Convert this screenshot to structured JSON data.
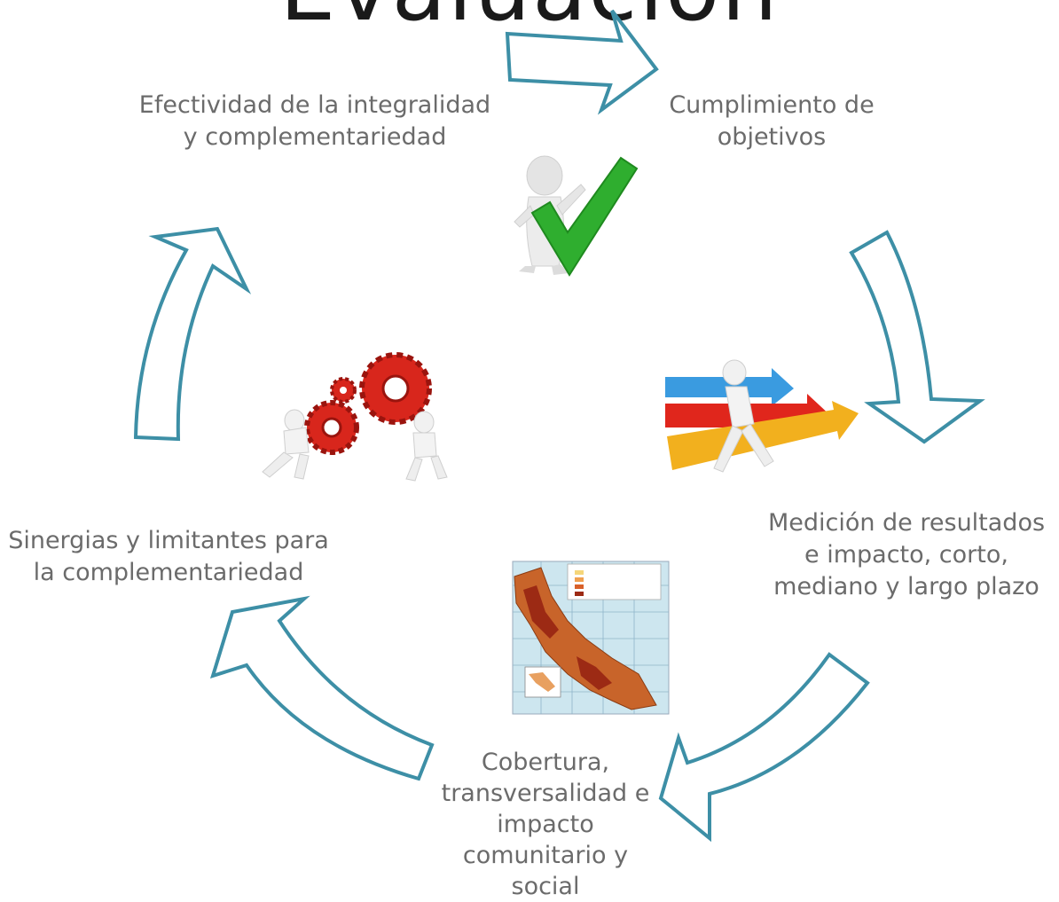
{
  "title": "Evaluación",
  "stages": {
    "top_right": "Cumplimiento de\nobjetivos",
    "right": "Medición de resultados\ne impacto, corto,\nmediano y largo plazo",
    "bottom": "Cobertura,\ntransversalidad  e\nimpacto\ncomunitario y\nsocial",
    "left": "Sinergias y limitantes para\nla complementariedad",
    "top_left": "Efectividad de la integralidad\ny complementariedad"
  },
  "icons": {
    "check": "person-checkmark-icon",
    "runner": "person-running-arrows-icon",
    "map": "map-icon",
    "gears": "people-gears-icon"
  },
  "colors": {
    "arrow_stroke": "#3d8fa6",
    "label_text": "#6b6b6b",
    "check_green": "#2fae2f",
    "gear_red": "#d8261c"
  }
}
